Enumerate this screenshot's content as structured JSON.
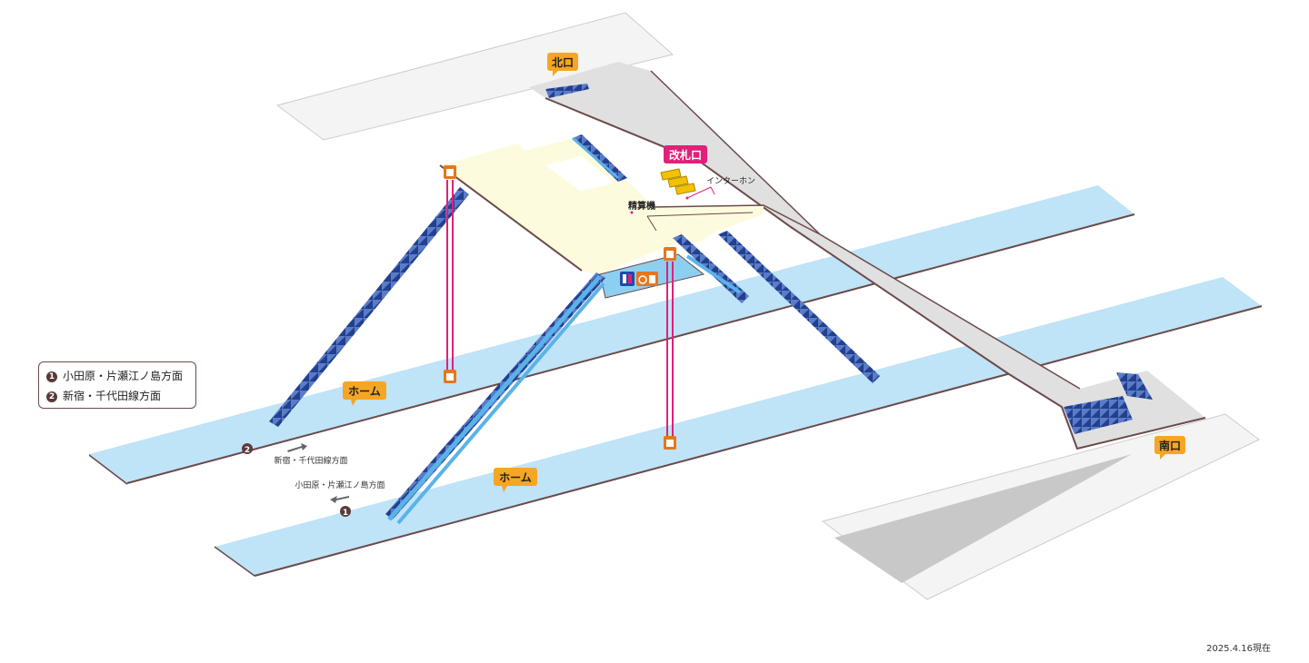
{
  "exits": {
    "north": "北口",
    "south": "南口"
  },
  "ticket_gate": "改札口",
  "fare_adjustment": "精算機",
  "intercom": "インターホン",
  "platforms": {
    "upper": "ホーム",
    "lower": "ホーム"
  },
  "directions": {
    "shinjuku": "新宿・千代田線方面",
    "odawara": "小田原・片瀬江ノ島方面",
    "marker_1": "1",
    "marker_2": "2"
  },
  "legend": {
    "items": [
      {
        "num": "1",
        "text": "小田原・片瀬江ノ島方面"
      },
      {
        "num": "2",
        "text": "新宿・千代田線方面"
      }
    ]
  },
  "date_note": "2025.4.16現在",
  "colors": {
    "platform": "#bfe3f7",
    "concourse": "#fdfbde",
    "corridor": "#e0e0e0",
    "stairs": "#3a5aa8",
    "label_orange": "#f5a623",
    "gate_pink": "#e0207a",
    "elevator_orange": "#e8761b",
    "escalator_blue": "#5ab3e8",
    "edge_dark": "#6b4a4a"
  },
  "icons": [
    "elevator-icon",
    "restroom-icon",
    "accessible-restroom-icon",
    "ticket-gate-icon",
    "direction-arrow-icon"
  ]
}
